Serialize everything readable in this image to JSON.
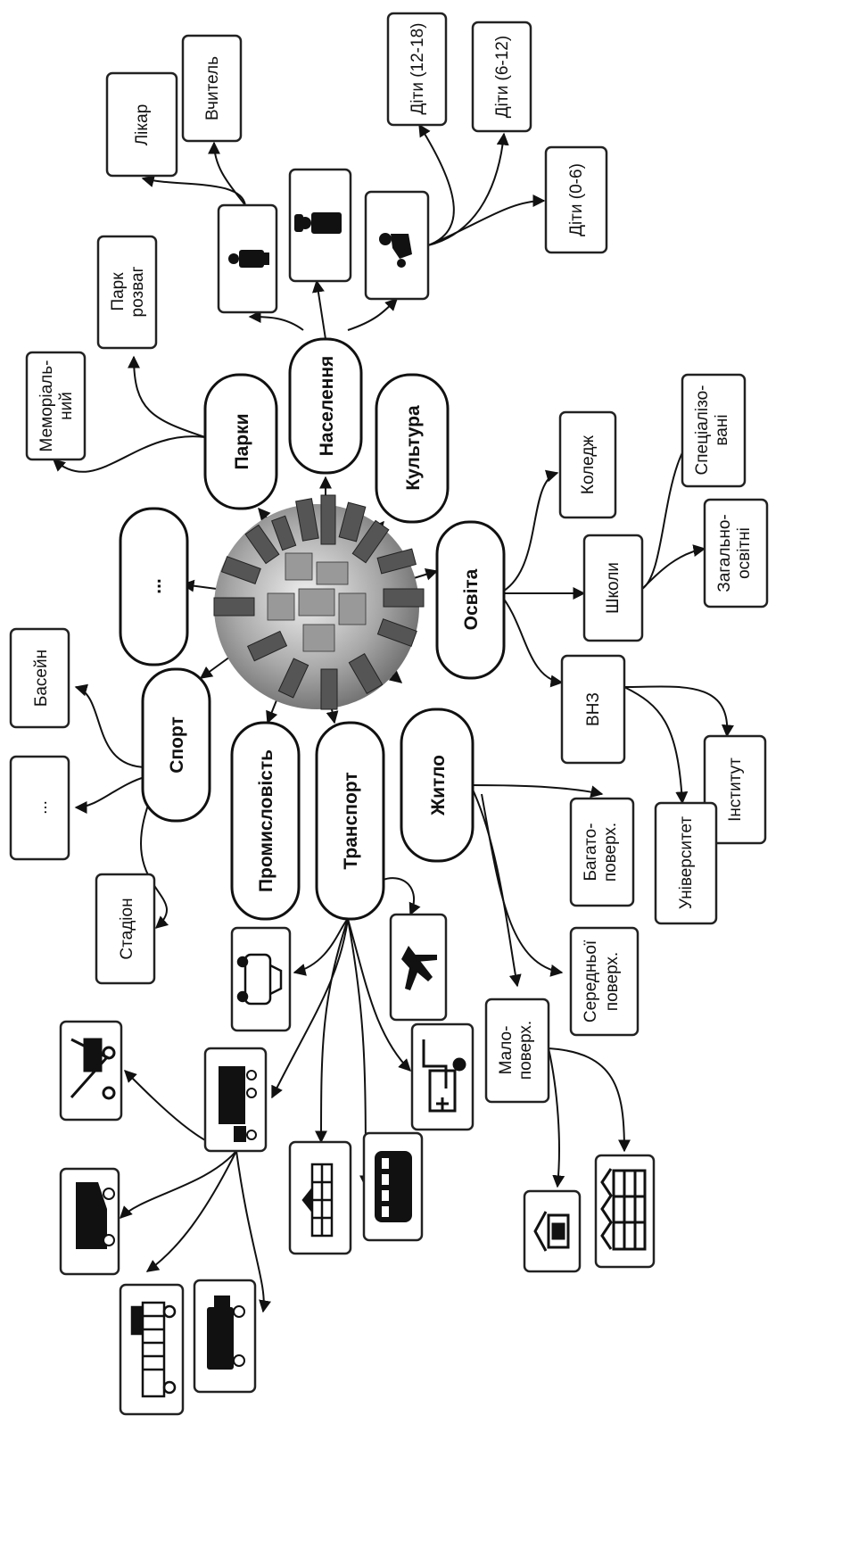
{
  "hub": {
    "icon": "city-globe-icon"
  },
  "categories": {
    "parks": "Парки",
    "population": "Населення",
    "culture": "Культура",
    "education": "Освіта",
    "housing": "Житло",
    "transport": "Транспорт",
    "industry": "Промисловість",
    "sport": "Спорт",
    "more": "..."
  },
  "parks": {
    "memorial": [
      "Меморіаль-",
      "ний"
    ],
    "amusement": [
      "Парк",
      "розваг"
    ]
  },
  "population": {
    "icons": [
      "adult-person-icon",
      "adult-person-icon",
      "parent-child-icon"
    ],
    "doctor": "Лікар",
    "teacher": "Вчитель",
    "kids_12_18": "Діти (12-18)",
    "kids_6_12": "Діти (6-12)",
    "kids_0_6": "Діти (0-6)"
  },
  "education": {
    "college": "Коледж",
    "schools": "Школи",
    "specialized": [
      "Спеціалізо-",
      "вані"
    ],
    "general": [
      "Загально-",
      "освітні"
    ],
    "university_level": "ВНЗ",
    "institute": "Інститут",
    "university": "Університет"
  },
  "housing": {
    "high_rise": [
      "Багато-",
      "поверх."
    ],
    "mid_rise": [
      "Середньої",
      "поверх."
    ],
    "low_rise": [
      "Мало-",
      "поверх."
    ],
    "icons": [
      "single-house-icon",
      "row-houses-icon"
    ]
  },
  "sport": {
    "pool": "Басейн",
    "more": "...",
    "stadium": "Стадіон"
  },
  "transport": {
    "icons": [
      "car-icon",
      "airplane-icon",
      "truck-icon",
      "ambulance-icon",
      "tram-icon",
      "bus-icon",
      "tow-truck-icon",
      "delivery-truck-icon",
      "fire-truck-icon",
      "cargo-truck-icon"
    ]
  }
}
